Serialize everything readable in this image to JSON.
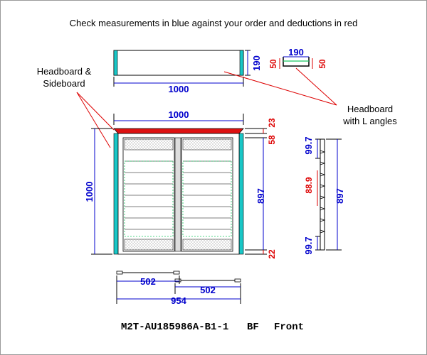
{
  "header": {
    "instruction": "Check measurements in blue against your order and deductions in red"
  },
  "labels": {
    "headboard_sideboard_line1": "Headboard &",
    "headboard_sideboard_line2": "Sideboard",
    "headboard_l_angles_line1": "Headboard",
    "headboard_l_angles_line2": "with L angles"
  },
  "dimensions": {
    "top_headboard_width": "1000",
    "top_headboard_height": "190",
    "l_angle_width": "190",
    "l_angle_left_deduction": "50",
    "l_angle_right_deduction": "50",
    "front_width": "1000",
    "front_height": "1000",
    "headboard_deduction": "23",
    "top_gap": "58",
    "inner_height": "897",
    "bottom_deduction": "22",
    "side_inner_height": "897",
    "side_top_spacing": "99.7",
    "side_middle_spacing": "88.9",
    "side_bottom_spacing": "99.7",
    "panel_left_width": "502",
    "panel_right_width": "502",
    "panels_total_width": "954"
  },
  "footer": {
    "order_code": "M2T-AU185986A-B1-1",
    "mount": "BF",
    "view": "Front"
  },
  "colors": {
    "measurement": "#0000cc",
    "deduction": "#dd0000",
    "sideboard": "#19c7c7",
    "headboard": "#dd1111"
  }
}
